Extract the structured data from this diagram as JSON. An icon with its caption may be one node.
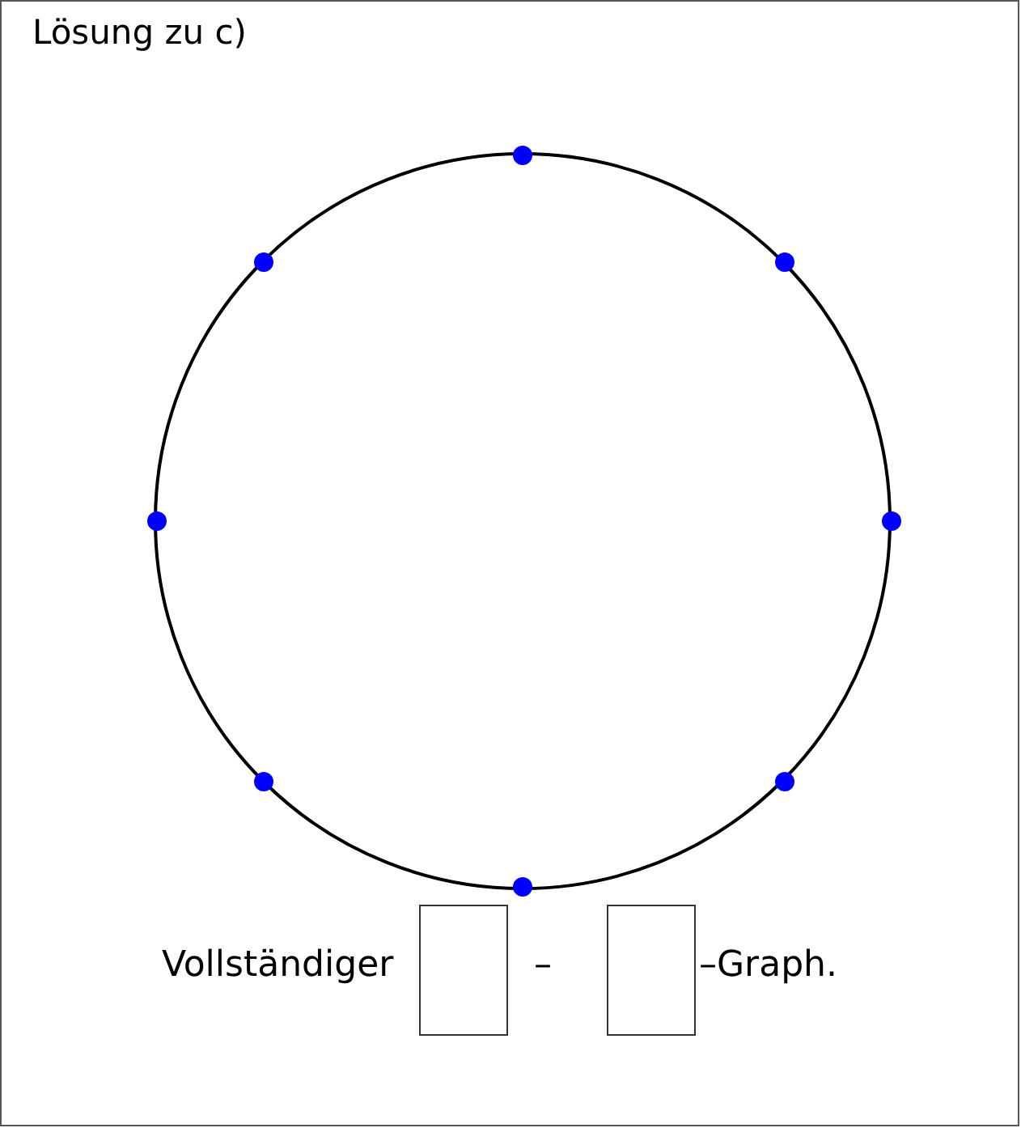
{
  "diagram": {
    "title": "Lösung zu c)",
    "nodes": [
      {
        "text": [],
        "shape": "circle"
      },
      {
        "text": [],
        "shape": "circle"
      },
      {
        "text": [],
        "shape": "circle"
      },
      {
        "text": [],
        "shape": "circle"
      },
      {
        "text": [],
        "shape": "circle"
      },
      {
        "text": [],
        "shape": "circle"
      },
      {
        "text": [],
        "shape": "circle"
      },
      {
        "text": [],
        "shape": "circle"
      }
    ],
    "labels": [
      "Vollständiger",
      "–",
      "–Graph."
    ]
  }
}
